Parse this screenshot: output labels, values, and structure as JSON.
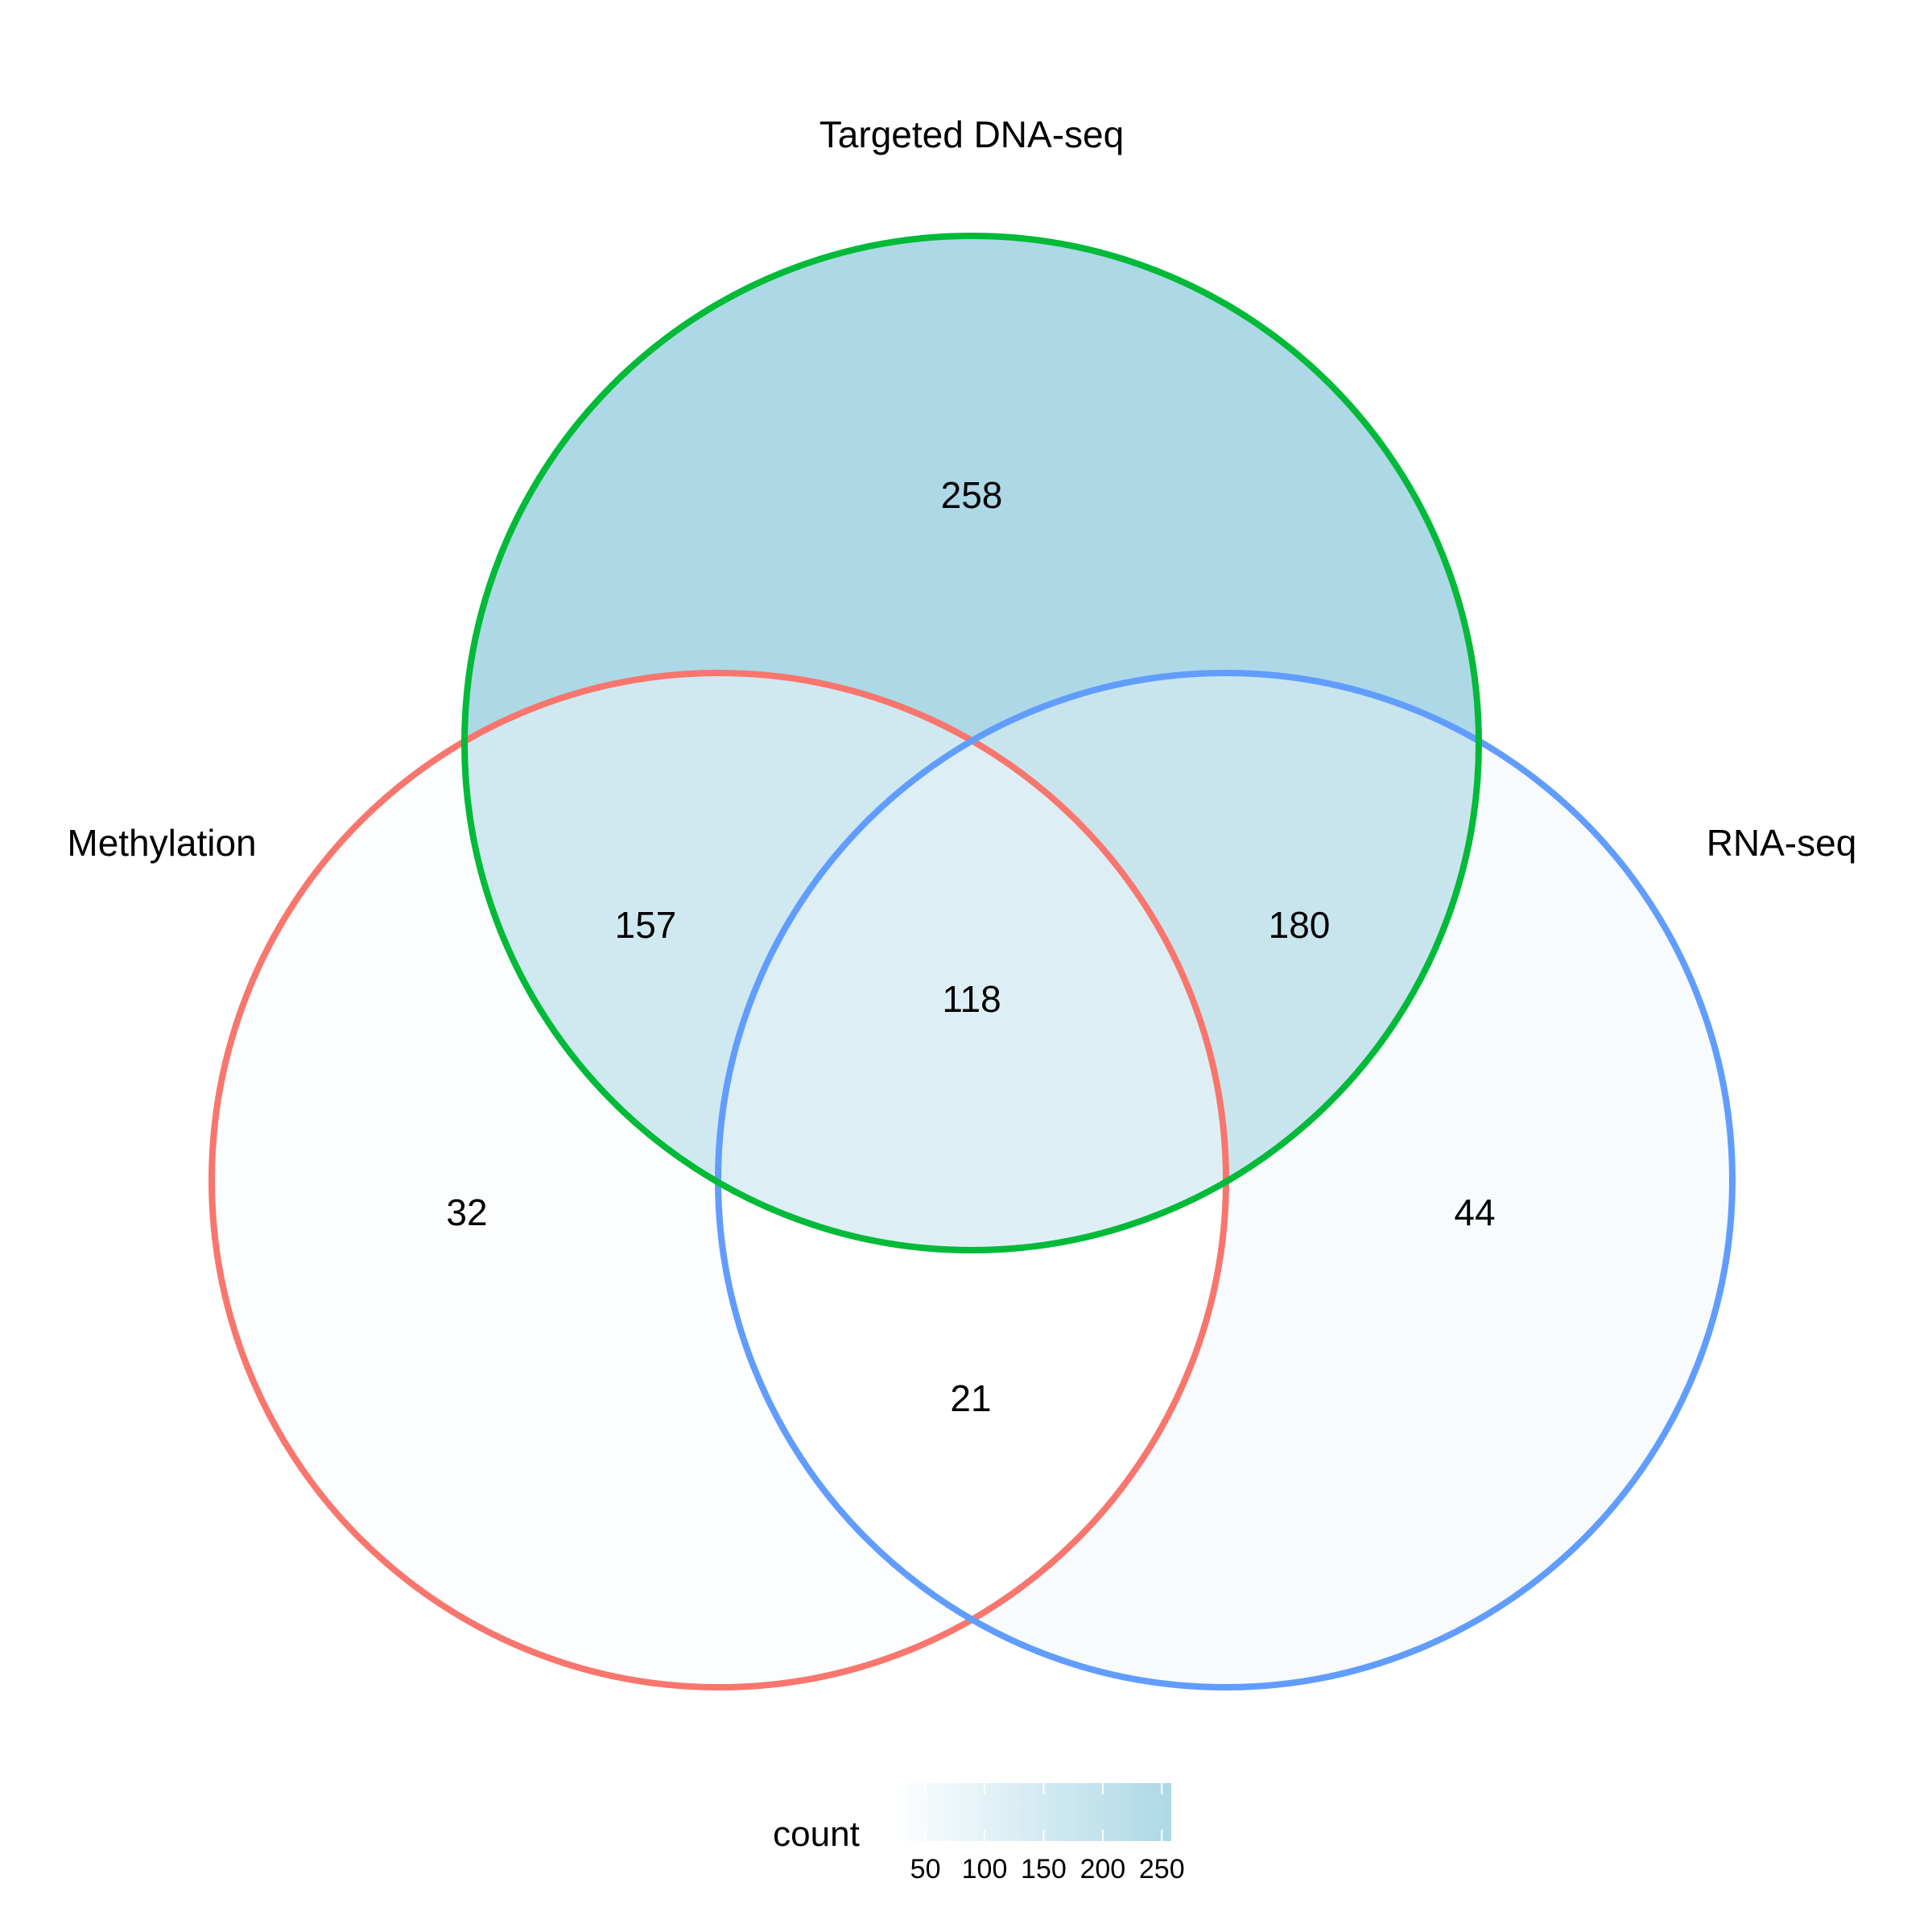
{
  "chart_data": {
    "type": "venn",
    "sets": [
      {
        "key": "A",
        "name": "Methylation",
        "color": "#F8766D"
      },
      {
        "key": "B",
        "name": "Targeted DNA-seq",
        "color": "#00BA38"
      },
      {
        "key": "C",
        "name": "RNA-seq",
        "color": "#619CFF"
      }
    ],
    "regions": [
      {
        "id": "A",
        "sets": [
          "Methylation"
        ],
        "count": 32
      },
      {
        "id": "B",
        "sets": [
          "Targeted DNA-seq"
        ],
        "count": 258
      },
      {
        "id": "C",
        "sets": [
          "RNA-seq"
        ],
        "count": 44
      },
      {
        "id": "AB",
        "sets": [
          "Methylation",
          "Targeted DNA-seq"
        ],
        "count": 157
      },
      {
        "id": "BC",
        "sets": [
          "Targeted DNA-seq",
          "RNA-seq"
        ],
        "count": 180
      },
      {
        "id": "AC",
        "sets": [
          "Methylation",
          "RNA-seq"
        ],
        "count": 21
      },
      {
        "id": "ABC",
        "sets": [
          "Methylation",
          "Targeted DNA-seq",
          "RNA-seq"
        ],
        "count": 118
      }
    ],
    "legend": {
      "title": "count",
      "position": "bottom",
      "low_color": "#FFFFFF",
      "high_color": "#ADD8E6",
      "range": [
        21,
        258
      ],
      "ticks": [
        50,
        100,
        150,
        200,
        250
      ]
    }
  }
}
